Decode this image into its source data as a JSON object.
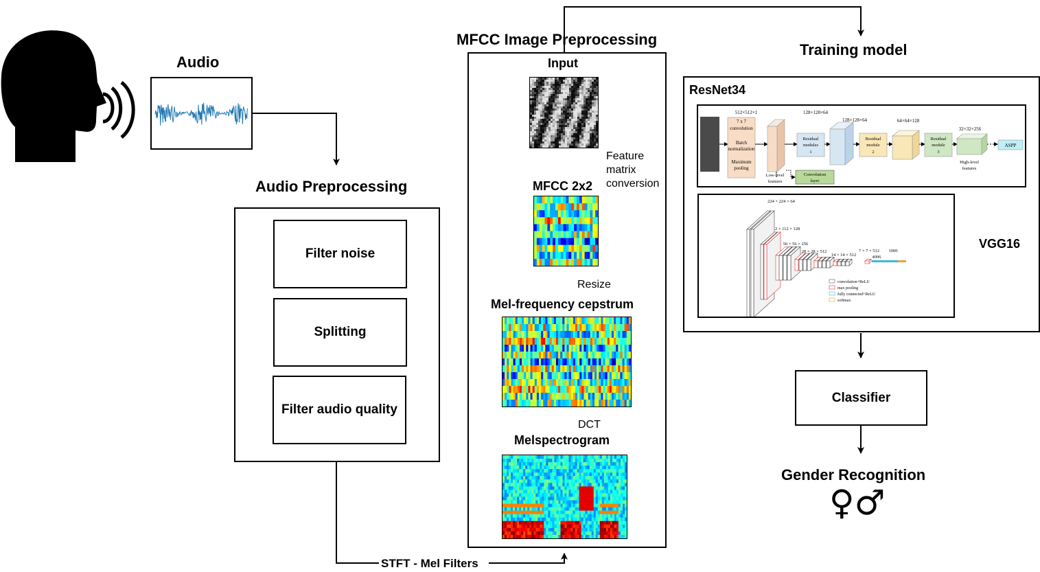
{
  "audio": {
    "title": "Audio"
  },
  "preprocessing": {
    "title": "Audio Preprocessing",
    "steps": [
      "Filter noise",
      "Splitting",
      "Filter audio quality"
    ]
  },
  "mfcc": {
    "title": "MFCC Image Preprocessing",
    "input_label": "Input",
    "feature_note": [
      "Feature",
      "matrix",
      "conversion"
    ],
    "mfcc_label": "MFCC 2x2",
    "resize_label": "Resize",
    "cepstrum_label": "Mel-frequency cepstrum",
    "dct_label": "DCT",
    "melspec_label": "Melspectrogram"
  },
  "stft_label": "STFT - Mel Filters",
  "training": {
    "title": "Training model",
    "resnet": {
      "title": "ResNet34",
      "dims": [
        "512×512×1",
        "128×128×64",
        "128×128×64",
        "64×64×128",
        "32×32×256"
      ],
      "conv_block": [
        "7 x 7",
        "convolution",
        "Batch",
        "normalization",
        "Maximum",
        "pooling"
      ],
      "res1": [
        "Residual",
        "modules",
        "1"
      ],
      "res2": [
        "Residual",
        "module",
        "2"
      ],
      "res3": [
        "Residual",
        "module",
        "3"
      ],
      "aspp": "ASPP",
      "conv_layer": [
        "Convolution",
        "layer"
      ],
      "low_level": [
        "Low-level",
        "features"
      ],
      "high_level": [
        "High-level",
        "features"
      ]
    },
    "vgg": {
      "title": "VGG16",
      "dims": [
        "224 × 224 × 64",
        "112 × 112 × 128",
        "56 × 56 × 256",
        "28 × 28 × 512",
        "14 × 14 × 512",
        "7 × 7 × 512",
        "4096",
        "1000"
      ],
      "legend": [
        "convolution+ReLU",
        "max pooling",
        "fully connected+ReLU",
        "softmax"
      ]
    }
  },
  "classifier": "Classifier",
  "gender": {
    "title": "Gender Recognition",
    "symbols": "♀♂"
  }
}
